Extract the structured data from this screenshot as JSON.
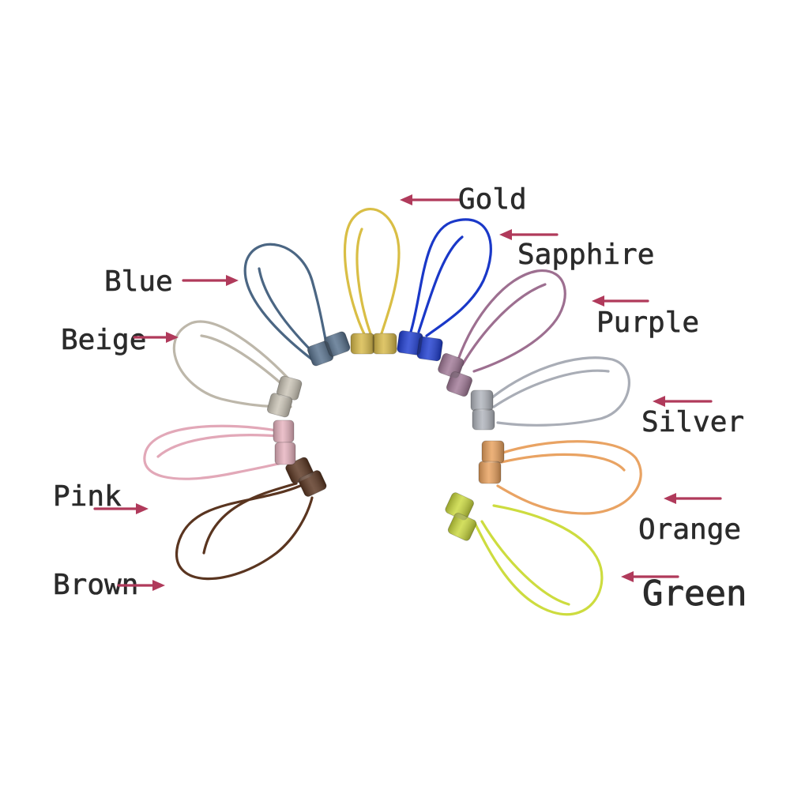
{
  "loops": [
    {
      "name": "Gold",
      "color": "#d9be45"
    },
    {
      "name": "Sapphire",
      "color": "#1a38c8"
    },
    {
      "name": "Purple",
      "color": "#9d6f90"
    },
    {
      "name": "Silver",
      "color": "#a9adb6"
    },
    {
      "name": "Orange",
      "color": "#e9a363"
    },
    {
      "name": "Green",
      "color": "#cddc3f"
    },
    {
      "name": "Blue",
      "color": "#4b6683"
    },
    {
      "name": "Beige",
      "color": "#bdb7aa"
    },
    {
      "name": "Pink",
      "color": "#e2a8b8"
    },
    {
      "name": "Brown",
      "color": "#5a3520"
    }
  ],
  "arrow_color": "#b03a5b"
}
